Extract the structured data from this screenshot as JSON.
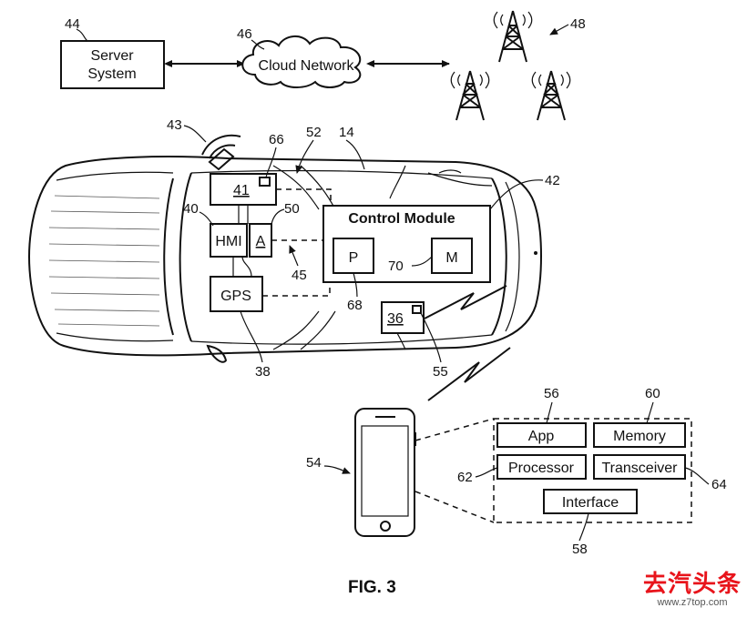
{
  "figure": {
    "caption": "FIG. 3"
  },
  "server": {
    "label_line1": "Server",
    "label_line2": "System",
    "ref": "44"
  },
  "cloud": {
    "label": "Cloud Network",
    "ref": "46"
  },
  "towers": {
    "ref": "48"
  },
  "vehicle": {
    "ref_vehicle": "14",
    "ref_path": "52",
    "ref_antenna": "43",
    "ref_module41_antenna": "66",
    "module41": {
      "label": "41"
    },
    "hmi": {
      "label": "HMI",
      "ref": "40"
    },
    "a_box": {
      "label": "A",
      "ref": "50"
    },
    "gps": {
      "label": "GPS",
      "ref": "38"
    },
    "link_ref": "45",
    "control_module": {
      "label": "Control Module",
      "ref": "42",
      "p_label": "P",
      "m_label": "M",
      "ref_p": "68",
      "ref_m": "70"
    },
    "module36": {
      "label": "36",
      "ref": "55"
    }
  },
  "phone": {
    "ref": "54"
  },
  "device_block": {
    "app": {
      "label": "App",
      "ref": "56"
    },
    "memory": {
      "label": "Memory",
      "ref": "60"
    },
    "processor": {
      "label": "Processor",
      "ref": "62"
    },
    "transceiver": {
      "label": "Transceiver",
      "ref": "64"
    },
    "interface": {
      "label": "Interface",
      "ref": "58"
    }
  },
  "watermark": {
    "logo_text": "去汽头条",
    "url": "www.z7top.com"
  }
}
